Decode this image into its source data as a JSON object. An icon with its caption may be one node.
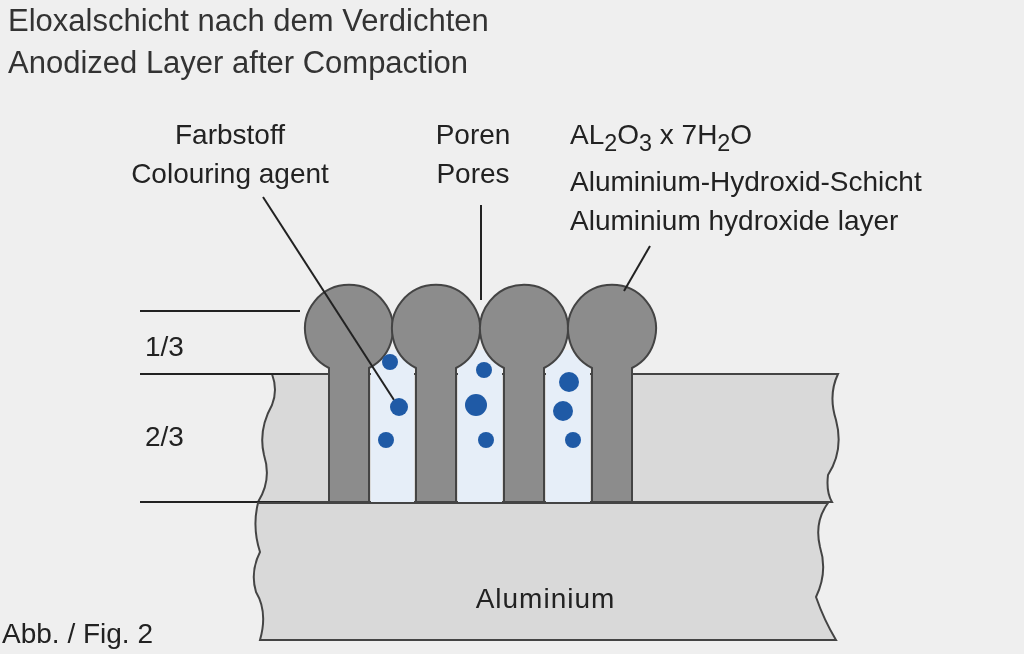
{
  "diagram": {
    "title": "Eloxalschicht nach dem Verdichten Anodized Layer after Compaction",
    "nodes": [
      {
        "text": [
          "Farbstoff",
          "Colouring agent"
        ]
      },
      {
        "text": [],
        "shape": "circle"
      },
      {
        "text": [
          "Poren",
          "Pores"
        ]
      },
      {
        "text": [
          "AL$_{2}$O$_{3}$ x 7H$_{2}$O",
          "Aluminium-Hydroxid-Schicht",
          "Aluminium hydroxide layer"
        ]
      },
      {
        "text": [
          "Aluminium"
        ]
      }
    ],
    "edges": [
      {
        "from": 0,
        "to": 1,
        "arrow": "none"
      },
      {
        "from": 2,
        "to": null,
        "arrow": "none"
      },
      {
        "from": 3,
        "to": null,
        "arrow": "none"
      }
    ],
    "labels": [
      "1/3",
      "2/3",
      "Abb. / Fig. 2"
    ]
  }
}
